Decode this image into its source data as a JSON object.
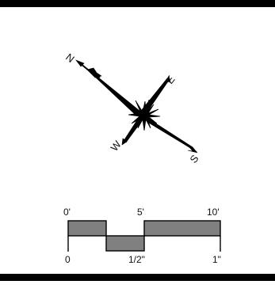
{
  "compass": {
    "north": "N",
    "east": "E",
    "south": "S",
    "west": "W"
  },
  "scale_bar": {
    "feet_labels": [
      "0'",
      "5'",
      "10'"
    ],
    "inch_labels": [
      "0",
      "1/2\"",
      "1\""
    ],
    "fill_color": "#808080",
    "outline_color": "#000000"
  },
  "frame": {
    "border_color": "#000000"
  }
}
